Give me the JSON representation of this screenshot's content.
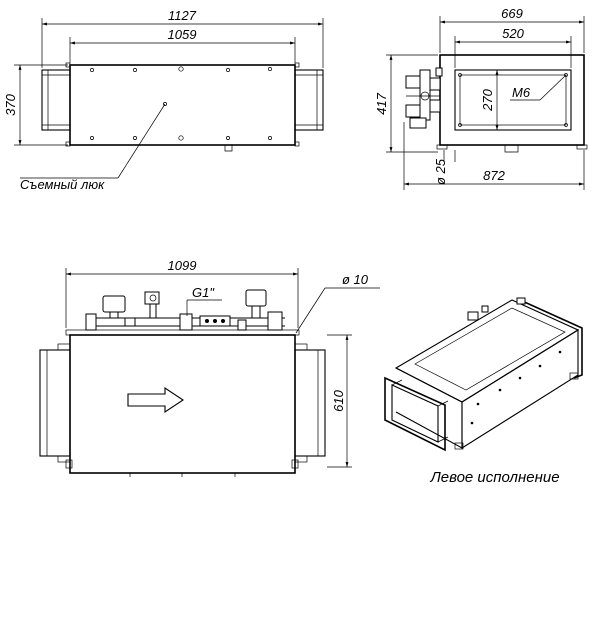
{
  "dimensions": {
    "top_overall_length": "1127",
    "top_body_length": "1059",
    "top_height": "370",
    "side_overall_width": "669",
    "side_flange_width": "520",
    "side_height": "417",
    "side_flange_height": "270",
    "side_bolt": "M6",
    "side_pipe_dia": "ø 25",
    "side_total_width": "872",
    "front_length": "1099",
    "front_height": "610",
    "front_hole": "ø 10",
    "front_thread": "G1\""
  },
  "labels": {
    "removable_hatch": "Съемный люк",
    "left_version": "Левое исполнение"
  }
}
